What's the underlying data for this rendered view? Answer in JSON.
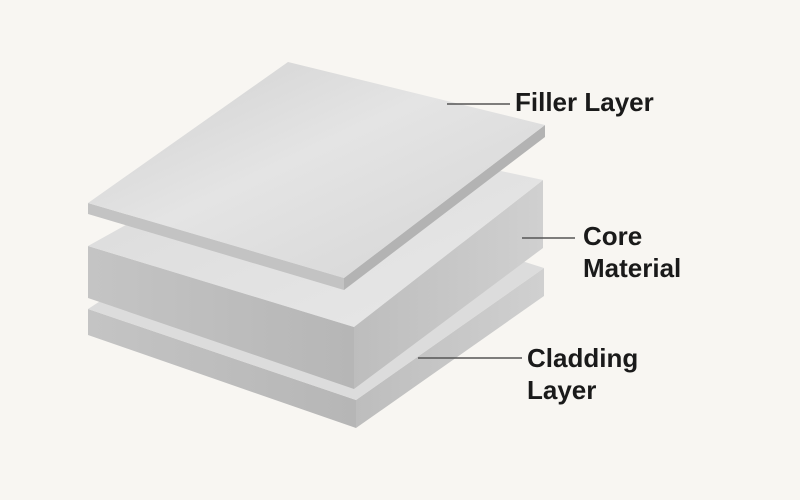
{
  "labels": {
    "filler": {
      "line1": "Filler Layer"
    },
    "core": {
      "line1": "Core",
      "line2": "Material"
    },
    "cladding": {
      "line1": "Cladding",
      "line2": "Layer"
    }
  },
  "colors": {
    "background": "#f8f6f2",
    "leader_line": "#555555",
    "sheet_top": "#d9d9d9",
    "sheet_side": "#b9b9b9",
    "sheet_front": "#cacaca"
  }
}
